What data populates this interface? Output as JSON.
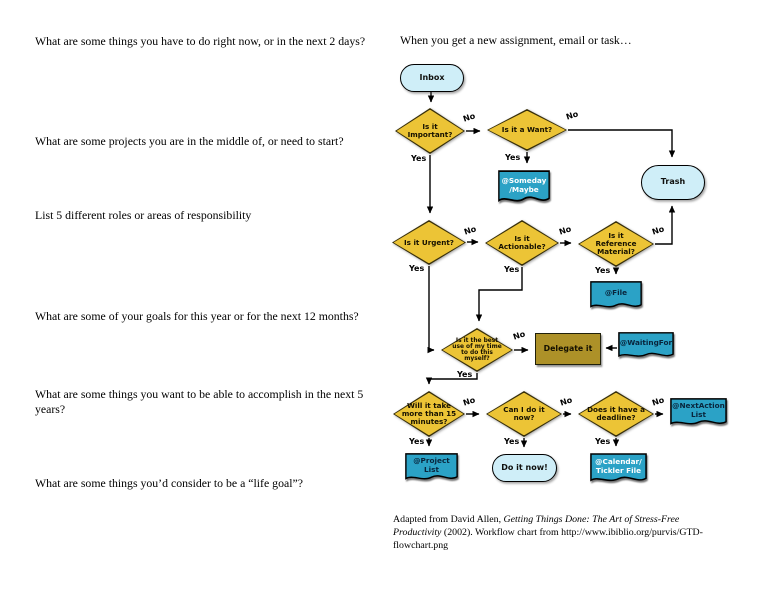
{
  "questions": [
    "What are some things you have to do right now, or in the next 2 days?",
    "What are some projects you are in the middle of, or need to start?",
    "List 5 different roles or areas of responsibility",
    "What are some of your goals for this year or for the next 12 months?",
    "What are some things you want to be able to accomplish in the next 5\nyears?",
    "What are some things you’d consider to be a “life goal”?"
  ],
  "flowchart": {
    "intro": "When you get a new assignment, email or task…",
    "edge_labels": {
      "yes": "Yes",
      "no": "No"
    },
    "colors": {
      "decision_fill": "#ecc436",
      "action_fill": "#ad9128",
      "list_flag_fill": "#2ba2c6",
      "terminal_fill": "#cfeef8",
      "line": "#000000"
    },
    "nodes": {
      "inbox": "Inbox",
      "important": "Is it\nImportant?",
      "want": "Is it a Want?",
      "trash": "Trash",
      "someday": "@Someday\n/Maybe",
      "urgent": "Is it Urgent?",
      "actionable": "Is it\nActionable?",
      "reference": "Is it\nReference\nMaterial?",
      "file": "@File",
      "bestuse": "Is it the best\nuse of my time\nto do this\nmyself?",
      "delegate": "Delegate it",
      "waitingfor": "@WaitingFor",
      "fifteen": "Will it take\nmore than 15\nminutes?",
      "caninow": "Can I do it\nnow?",
      "deadline": "Does it have a\ndeadline?",
      "nextaction": "@NextAction\nList",
      "projectlist": "@Project\nList",
      "doitnow": "Do it now!",
      "calendar": "@Calendar/\nTickler File"
    },
    "edges": [
      {
        "from": "inbox",
        "to": "important",
        "label": ""
      },
      {
        "from": "important",
        "to": "want",
        "label": "No"
      },
      {
        "from": "important",
        "to": "urgent",
        "label": "Yes"
      },
      {
        "from": "want",
        "to": "trash",
        "label": "No"
      },
      {
        "from": "want",
        "to": "someday",
        "label": "Yes"
      },
      {
        "from": "urgent",
        "to": "actionable",
        "label": "No"
      },
      {
        "from": "urgent",
        "to": "bestuse",
        "label": "Yes"
      },
      {
        "from": "actionable",
        "to": "reference",
        "label": "No"
      },
      {
        "from": "actionable",
        "to": "bestuse",
        "label": "Yes"
      },
      {
        "from": "reference",
        "to": "trash",
        "label": "No"
      },
      {
        "from": "reference",
        "to": "file",
        "label": "Yes"
      },
      {
        "from": "bestuse",
        "to": "delegate",
        "label": "No"
      },
      {
        "from": "bestuse",
        "to": "fifteen",
        "label": "Yes"
      },
      {
        "from": "delegate",
        "to": "waitingfor",
        "label": ""
      },
      {
        "from": "fifteen",
        "to": "caninow",
        "label": "No"
      },
      {
        "from": "fifteen",
        "to": "projectlist",
        "label": "Yes"
      },
      {
        "from": "caninow",
        "to": "deadline",
        "label": "No"
      },
      {
        "from": "caninow",
        "to": "doitnow",
        "label": "Yes"
      },
      {
        "from": "deadline",
        "to": "nextaction",
        "label": "No"
      },
      {
        "from": "deadline",
        "to": "calendar",
        "label": "Yes"
      }
    ]
  },
  "footer": {
    "part1": "Adapted from David Allen, ",
    "part2_italic": "Getting Things Done: The Art of Stress-Free\nProductivity",
    "part3": " (2002). Workflow chart from http://www.ibiblio.org/purvis/GTD-\nflowchart.png"
  }
}
